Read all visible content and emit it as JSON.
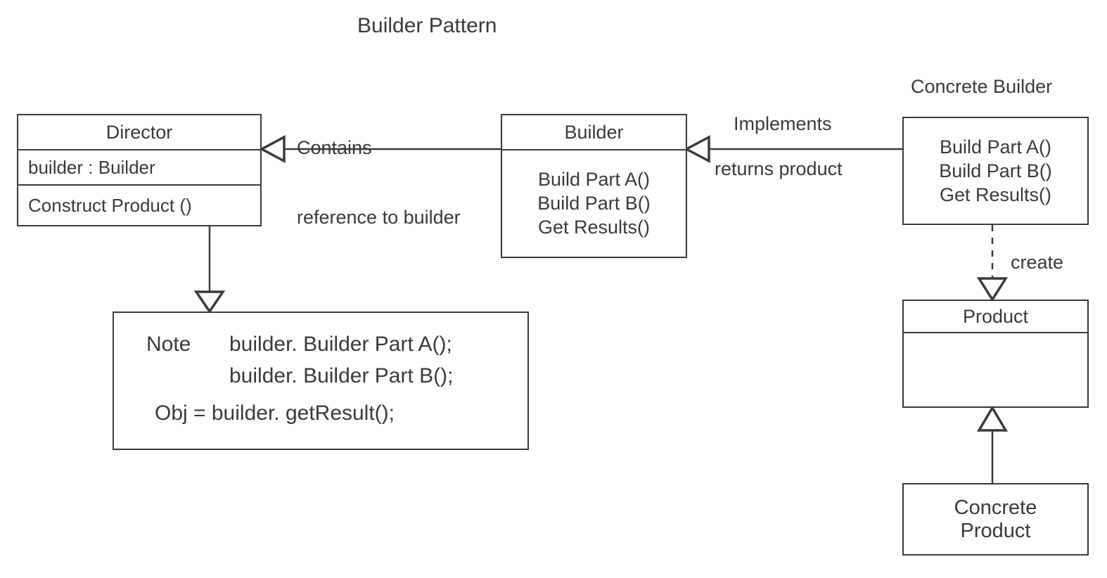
{
  "diagram": {
    "title": "Builder Pattern",
    "type": "uml-class-diagram",
    "stroke_color": "#3a3a3a",
    "background_color": "#ffffff"
  },
  "classes": {
    "director": {
      "name": "Director",
      "attribute": "builder : Builder",
      "operation": "Construct Product ()"
    },
    "builder": {
      "name": "Builder",
      "methods": [
        "Build Part A()",
        "Build Part B()",
        "Get Results()"
      ]
    },
    "concrete_builder": {
      "caption": "Concrete Builder",
      "methods": [
        "Build Part A()",
        "Build Part B()",
        "Get Results()"
      ]
    },
    "product": {
      "name": "Product",
      "members": []
    },
    "concrete_product": {
      "name_line_1": "Concrete",
      "name_line_2": "Product"
    }
  },
  "note": {
    "line_1_label": "Note",
    "line_1_code": "builder. Builder Part A();",
    "line_2_code": "builder. Builder Part B();",
    "line_3_code": "Obj = builder. getResult();"
  },
  "relationships": {
    "contains_line_1": "Contains",
    "contains_line_2": "reference to builder",
    "implements": "Implements",
    "returns_product": "returns product",
    "create": "create"
  }
}
